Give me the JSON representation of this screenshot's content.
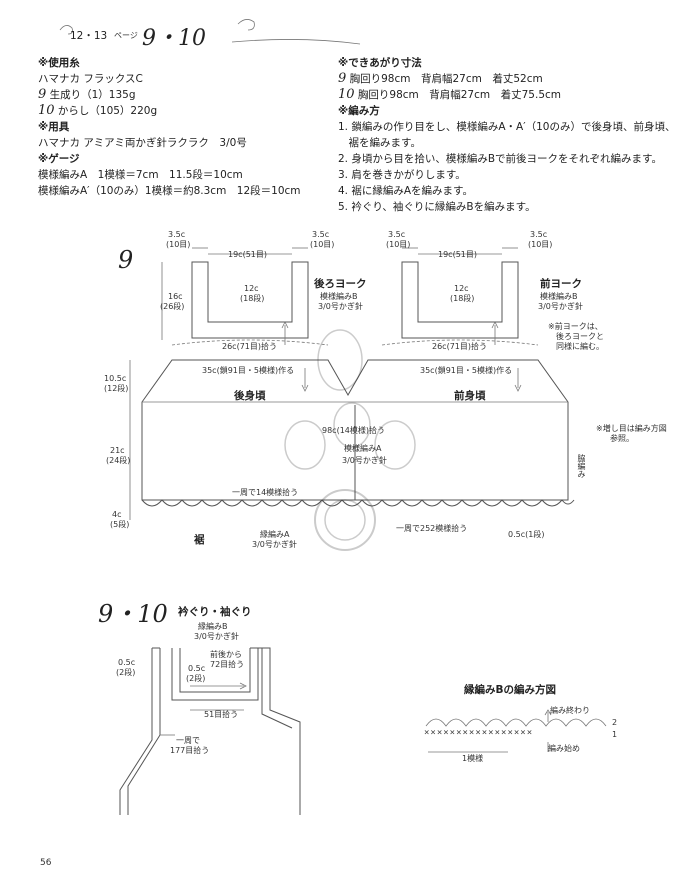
{
  "header": {
    "pages": "12・13",
    "pages_suffix": "ページ",
    "patterns": "9・10"
  },
  "left_col": {
    "yarn_title": "※使用糸",
    "yarn_name": "ハマナカ フラックスC",
    "yarn_9_num": "9",
    "yarn_9": "生成り（1）135g",
    "yarn_10_num": "10",
    "yarn_10": "からし（105）220g",
    "tools_title": "※用具",
    "tools": "ハマナカ アミアミ両かぎ針ラクラク　3/0号",
    "gauge_title": "※ゲージ",
    "gauge_1": "模様編みA　1模様＝7cm　11.5段＝10cm",
    "gauge_2": "模様編みA′（10のみ）1模様＝約8.3cm　12段＝10cm"
  },
  "right_col": {
    "size_title": "※できあがり寸法",
    "size_9_num": "9",
    "size_9": "胸回り98cm　背肩幅27cm　着丈52cm",
    "size_10_num": "10",
    "size_10": "胸回り98cm　背肩幅27cm　着丈75.5cm",
    "method_title": "※編み方",
    "steps": [
      "1. 鎖編みの作り目をし、模様編みA・A′（10のみ）で後身頃、前身頃、",
      "　裾を編みます。",
      "2. 身頃から目を拾い、模様編みBで前後ヨークをそれぞれ編みます。",
      "3. 肩を巻きかがりします。",
      "4. 裾に縁編みAを編みます。",
      "5. 衿ぐり、袖ぐりに縁編みBを編みます。"
    ]
  },
  "diagram1": {
    "num": "9",
    "top_35_l": "3.5c",
    "top_10_l": "(10目)",
    "top_19": "19c(51目)",
    "top_35_r": "3.5c",
    "top_10_r": "(10目)",
    "top_35_l2": "3.5c",
    "top_10_l2": "(10目)",
    "top_19_2": "19c(51目)",
    "top_35_r2": "3.5c",
    "top_10_r2": "(10目)",
    "h_16": "16c",
    "h_26": "(26段)",
    "yoke_back": "後ろヨーク",
    "yoke_front": "前ヨーク",
    "yoke_pat": "模様編みB",
    "yoke_pat2": "模様編みB",
    "hook_b": "3/0号かぎ針",
    "hook_f": "3/0号かぎ針",
    "c12_b": "12c",
    "c18_b": "(18段)",
    "c12_f": "12c",
    "c18_f": "(18段)",
    "pick_26_b": "26c(71目)拾う",
    "pick_26_f": "26c(71目)拾う",
    "note_front": "※前ヨークは、",
    "note_front2": "後ろヨークと",
    "note_front3": "同様に編む。",
    "h_105": "10.5c",
    "h_12": "(12段)",
    "make_35_b": "35c(鎖91目・5模様)作る",
    "make_35_f": "35c(鎖91目・5模様)作る",
    "body_back": "後身頃",
    "body_front": "前身頃",
    "c98": "98c(14模様)拾う",
    "pat_a_center": "模様編みA",
    "hook_center": "3/0号かぎ針",
    "h_21": "21c",
    "h_24": "(24段)",
    "right_note1": "※増し目は編み方図",
    "right_note2": "参照。",
    "side_label": "脇編み",
    "round14": "一周で14模様拾う",
    "h_4": "4c",
    "h_5": "(5段)",
    "hem": "裾",
    "edge_a": "縁編みA",
    "hook_a": "3/0号かぎ針",
    "round252": "一周で252模様拾う",
    "c05": "0.5c(1段)"
  },
  "diagram2": {
    "num": "9・10",
    "title": "衿ぐり・袖ぐり",
    "pat": "縁編みB",
    "hook": "3/0号かぎ針",
    "c05_l": "0.5c",
    "c2_l": "(2段)",
    "c05_m": "0.5c",
    "c2_m": "(2段)",
    "front_from": "前後から",
    "pick72": "72目拾う",
    "pick51": "51目拾う",
    "round": "一周で",
    "pick177": "177目拾う"
  },
  "chart": {
    "title": "縁編みBの編み方図",
    "end": "編み終わり",
    "start": "編み始め",
    "one_pattern": "1模様",
    "row2": "2",
    "row1": "1",
    "x_marks": "×××××××××××××××××"
  },
  "footer": {
    "page_number": "56"
  }
}
